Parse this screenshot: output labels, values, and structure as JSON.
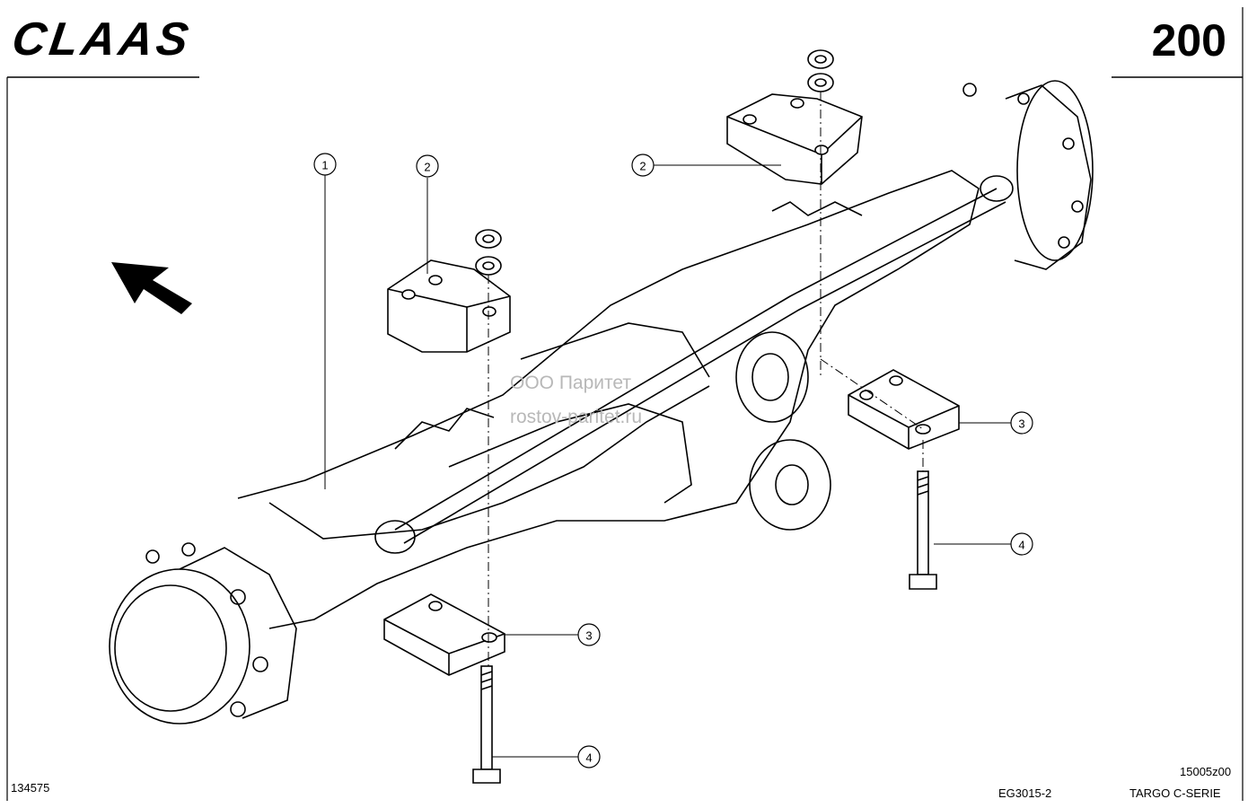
{
  "header": {
    "brand": "CLAAS",
    "page_number": "200"
  },
  "watermark": {
    "line1": "ООО Паритет",
    "line2": "rostov-paritet.ru"
  },
  "callouts": [
    "1",
    "2",
    "2",
    "3",
    "3",
    "4",
    "4"
  ],
  "footer": {
    "left_code": "134575",
    "doc_code": "EG3015-2",
    "ref_code": "15005z00",
    "series": "TARGO C-SERIE"
  }
}
